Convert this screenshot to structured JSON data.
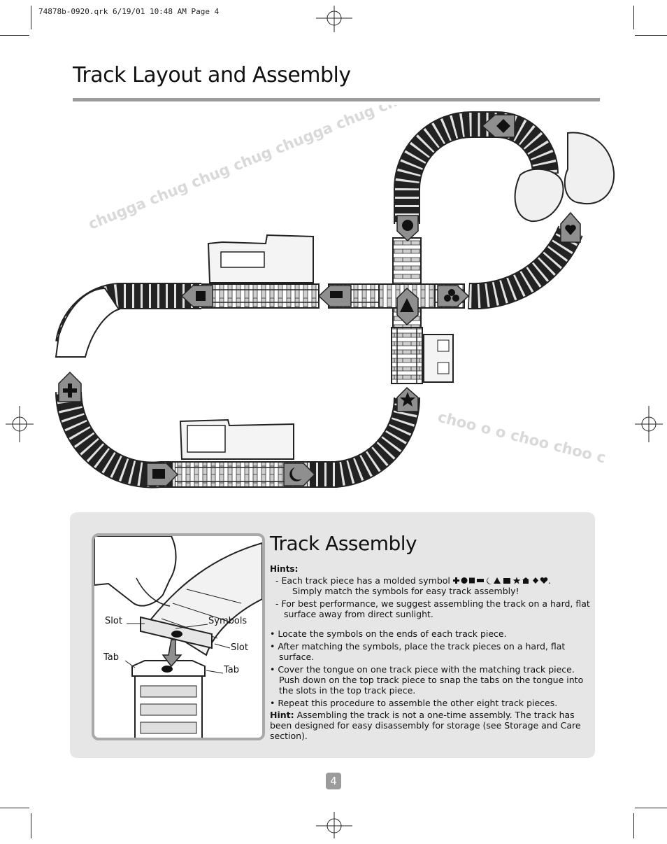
{
  "slug": "74878b-0920.qrk  6/19/01  10:48 AM  Page 4",
  "title": "Track Layout and Assembly",
  "watermark": {
    "left": "chugga chug chug chug chugga chug chug chug",
    "right": "choo  o o choo choo c"
  },
  "assembly": {
    "heading": "Track Assembly",
    "hints_label": "Hints:",
    "hint_1_a": "- Each track piece has a molded symbol",
    "hint_1_b": "Simply match the symbols for easy track assembly!",
    "hint_2": "- For best performance, we suggest assembling the track on a hard, flat surface away from direct sunlight.",
    "bullets": [
      "• Locate the symbols on the ends of each track piece.",
      "• After matching the symbols, place the track pieces on a hard, flat surface.",
      "• Cover the tongue on one track piece with the matching track piece. Push down on the top track piece to snap the tabs on the tongue into the slots in the top track piece.",
      "• Repeat this procedure to assemble the other eight track pieces."
    ],
    "final_hint_label": "Hint:",
    "final_hint_text": " Assembling the track is not a one-time assembly. The track has been designed for easy disassembly for storage (see Storage and Care section)."
  },
  "illustration_labels": {
    "slot_left": "Slot",
    "symbols": "Symbols",
    "slot_right": "Slot",
    "tab_left": "Tab",
    "tab_right": "Tab"
  },
  "page_number": "4",
  "colors": {
    "rule": "#9b9b9b",
    "panel": "#e6e6e6",
    "watermark": "#d9d9d9",
    "marker": "#8f8f8f"
  },
  "symbol_icons": [
    "plus-icon",
    "circle-icon",
    "square-icon",
    "cow-icon",
    "moon-icon",
    "triangle-icon",
    "engine-icon",
    "star-icon",
    "house-icon",
    "diamond-icon",
    "heart-icon"
  ]
}
